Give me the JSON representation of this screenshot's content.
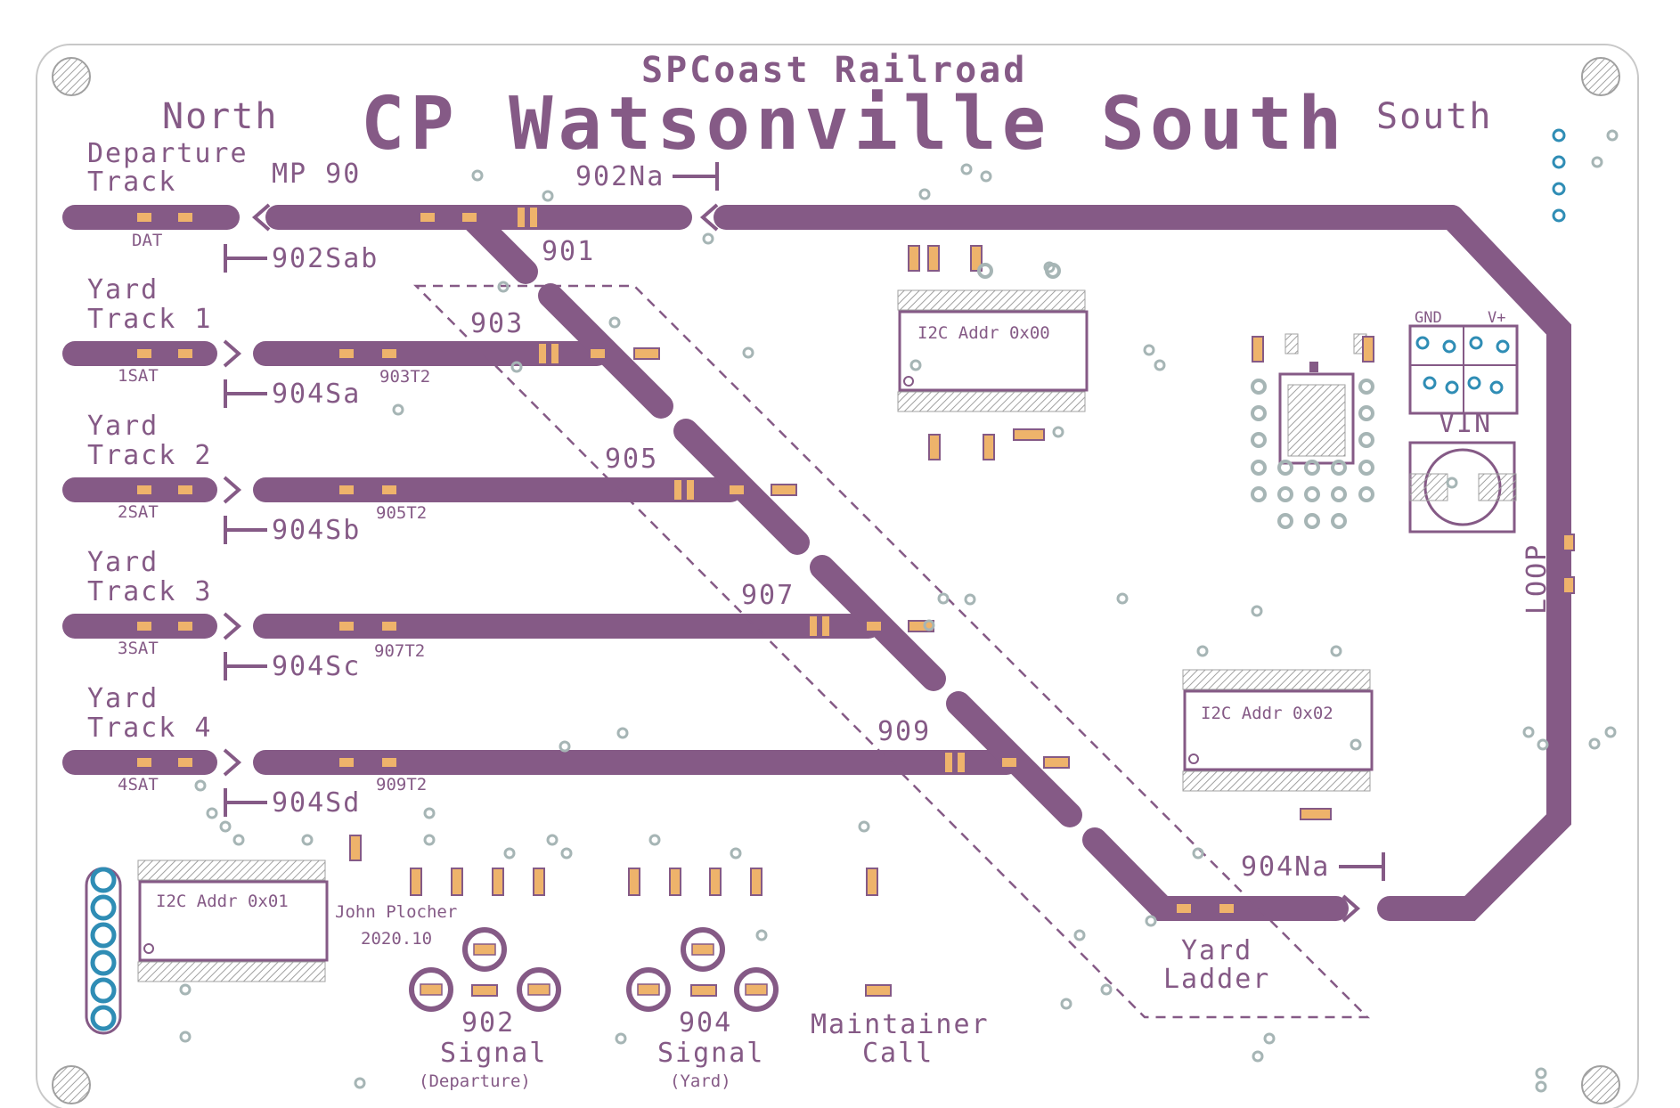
{
  "header": {
    "railroad": "SPCoast Railroad",
    "title": "CP Watsonville South",
    "north": "North",
    "south": "South"
  },
  "tracks": {
    "departure": {
      "line1": "Departure",
      "line2": "Track",
      "sensor": "DAT",
      "signal": "902Sab"
    },
    "mp": "MP 90",
    "main_north_signal": "902Na",
    "yard1": {
      "line1": "Yard",
      "line2": "Track 1",
      "sensor": "1SAT",
      "signal": "904Sa",
      "turnout": "903T2"
    },
    "yard2": {
      "line1": "Yard",
      "line2": "Track 2",
      "sensor": "2SAT",
      "signal": "904Sb",
      "turnout": "905T2"
    },
    "yard3": {
      "line1": "Yard",
      "line2": "Track 3",
      "sensor": "3SAT",
      "signal": "904Sc",
      "turnout": "907T2"
    },
    "yard4": {
      "line1": "Yard",
      "line2": "Track 4",
      "sensor": "4SAT",
      "signal": "904Sd",
      "turnout": "909T2"
    },
    "turnouts": [
      "901",
      "903",
      "905",
      "907",
      "909"
    ],
    "yard_north_signal": "904Na",
    "ladder": {
      "line1": "Yard",
      "line2": "Ladder"
    },
    "loop": "LOOP"
  },
  "chips": {
    "chip0": "I2C Addr 0x00",
    "chip1": "I2C Addr 0x01",
    "chip2": "I2C Addr 0x02"
  },
  "power": {
    "gnd": "GND",
    "vplus": "V+",
    "vin": "VIN"
  },
  "credits": {
    "author": "John Plocher",
    "date": "2020.10"
  },
  "signals": {
    "s902": {
      "num": "902",
      "word": "Signal",
      "desc": "(Departure)"
    },
    "s904": {
      "num": "904",
      "word": "Signal",
      "desc": "(Yard)"
    },
    "maintainer": {
      "line1": "Maintainer",
      "line2": "Call"
    }
  },
  "colors": {
    "trace": "#855a86",
    "pad": "#eeb36b",
    "via": "#a6b5b5",
    "copper": "#2f8db5"
  }
}
